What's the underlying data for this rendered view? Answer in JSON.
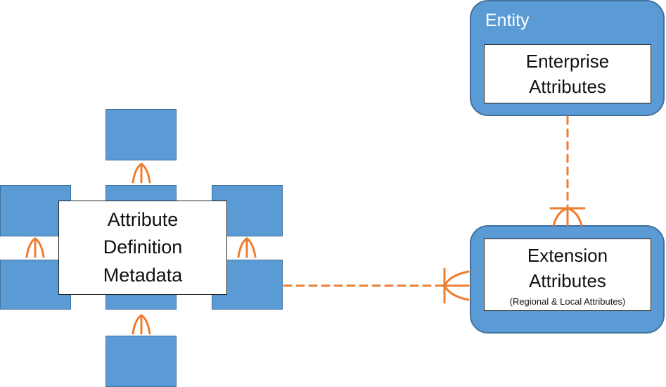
{
  "entity": {
    "label": "Entity",
    "enterprise": {
      "line1": "Enterprise",
      "line2": "Attributes"
    }
  },
  "extension": {
    "line1": "Extension",
    "line2": "Attributes",
    "subtitle": "(Regional & Local Attributes)"
  },
  "metadata": {
    "line1": "Attribute",
    "line2": "Definition",
    "line3": "Metadata"
  },
  "colors": {
    "box_fill": "#5B9BD5",
    "box_border": "#41719C",
    "connector": "#ED7D31"
  }
}
